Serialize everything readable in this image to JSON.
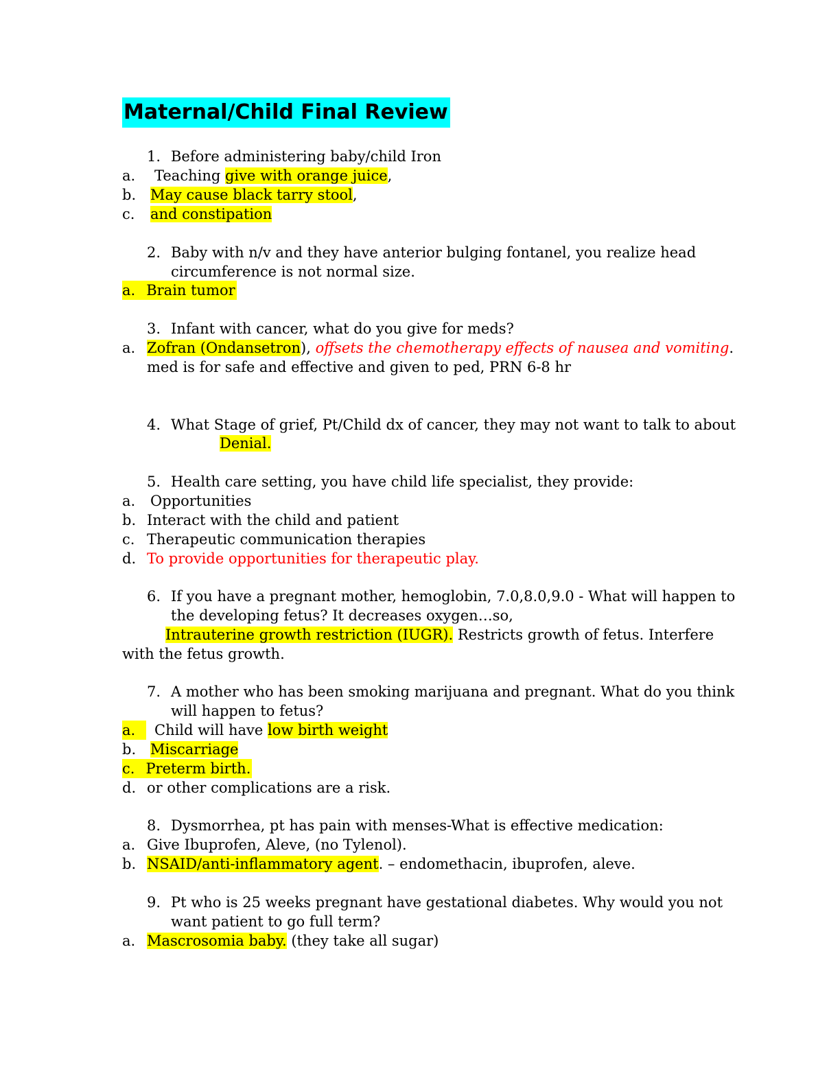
{
  "title": "Maternal/Child Final Review",
  "q1": {
    "num": "1.",
    "text": "Before administering baby/child Iron",
    "a": {
      "label": "a.",
      "pre": "Teaching ",
      "hl": "give with orange juice",
      "post": ","
    },
    "b": {
      "label": "b.",
      "hl": "May cause black tarry stool",
      "post": ","
    },
    "c": {
      "label": "c.",
      "hl": "and constipation"
    }
  },
  "q2": {
    "num": "2.",
    "text1": "Baby with n/v and they have  anterior bulging fontanel, you realize head",
    "text2": "circumference is  not normal size.",
    "a": {
      "label": "a.",
      "hl": "Brain tumor"
    }
  },
  "q3": {
    "num": "3.",
    "text": "Infant with cancer, what do you give for meds?",
    "a": {
      "label": "a.",
      "hl": "Zofran (Ondansetron",
      "sep": "), ",
      "red": "offsets the chemotherapy effects of nausea and vomiting",
      "post": "."
    },
    "a_cont": "med is for safe and effective and given to ped, PRN 6-8 hr"
  },
  "q4": {
    "num": "4.",
    "text": "What Stage of grief, Pt/Child dx of cancer, they may not want to talk to about",
    "hl": "Denial."
  },
  "q5": {
    "num": "5.",
    "text": "Health care setting, you have child life specialist, they provide:",
    "a": {
      "label": "a.",
      "text": "Opportunities"
    },
    "b": {
      "label": "b.",
      "text": "Interact with the child and patient"
    },
    "c": {
      "label": "c.",
      "text": "Therapeutic communication therapies"
    },
    "d": {
      "label": "d.",
      "text": "To provide opportunities for therapeutic play."
    }
  },
  "q6": {
    "num": "6.",
    "text1": "If you have a pregnant mother, hemoglobin, 7.0,8.0,9.0 - What will happen to",
    "text2": "the developing fetus?   It decreases oxygen…so,",
    "hl": "Intrauterine growth restriction (IUGR).",
    "post": "  Restricts growth of fetus. Interfere",
    "text4": "with the fetus growth."
  },
  "q7": {
    "num": "7.",
    "text1": "A mother who has been smoking marijuana and pregnant.  What do you think",
    "text2": "will happen to fetus?",
    "a": {
      "label": "a.",
      "pre": "Child will have ",
      "hl": "low birth weight"
    },
    "b": {
      "label": "b.",
      "hl": "Miscarriage"
    },
    "c": {
      "label": "c.",
      "hl": "Preterm birth."
    },
    "d": {
      "label": "d.",
      "text": "or other complications are a risk."
    }
  },
  "q8": {
    "num": "8.",
    "text": "Dysmorrhea, pt has pain with menses-What is effective medication:",
    "a": {
      "label": "a.",
      "text": "Give Ibuprofen, Aleve, (no Tylenol)."
    },
    "b": {
      "label": "b.",
      "hl": "NSAID/anti-inflammatory agent",
      "post": ". – endomethacin, ibuprofen, aleve."
    }
  },
  "q9": {
    "num": "9.",
    "text1": "Pt who is 25 weeks pregnant have gestational diabetes. Why would you not",
    "text2": "want patient to go full term?",
    "a": {
      "label": "a.",
      "hl": "Mascrosomia baby.",
      "post": "  (they take all sugar)"
    }
  },
  "colors": {
    "title_highlight": "#00ffff",
    "highlight": "#ffff00",
    "red_text": "#ff0000"
  }
}
